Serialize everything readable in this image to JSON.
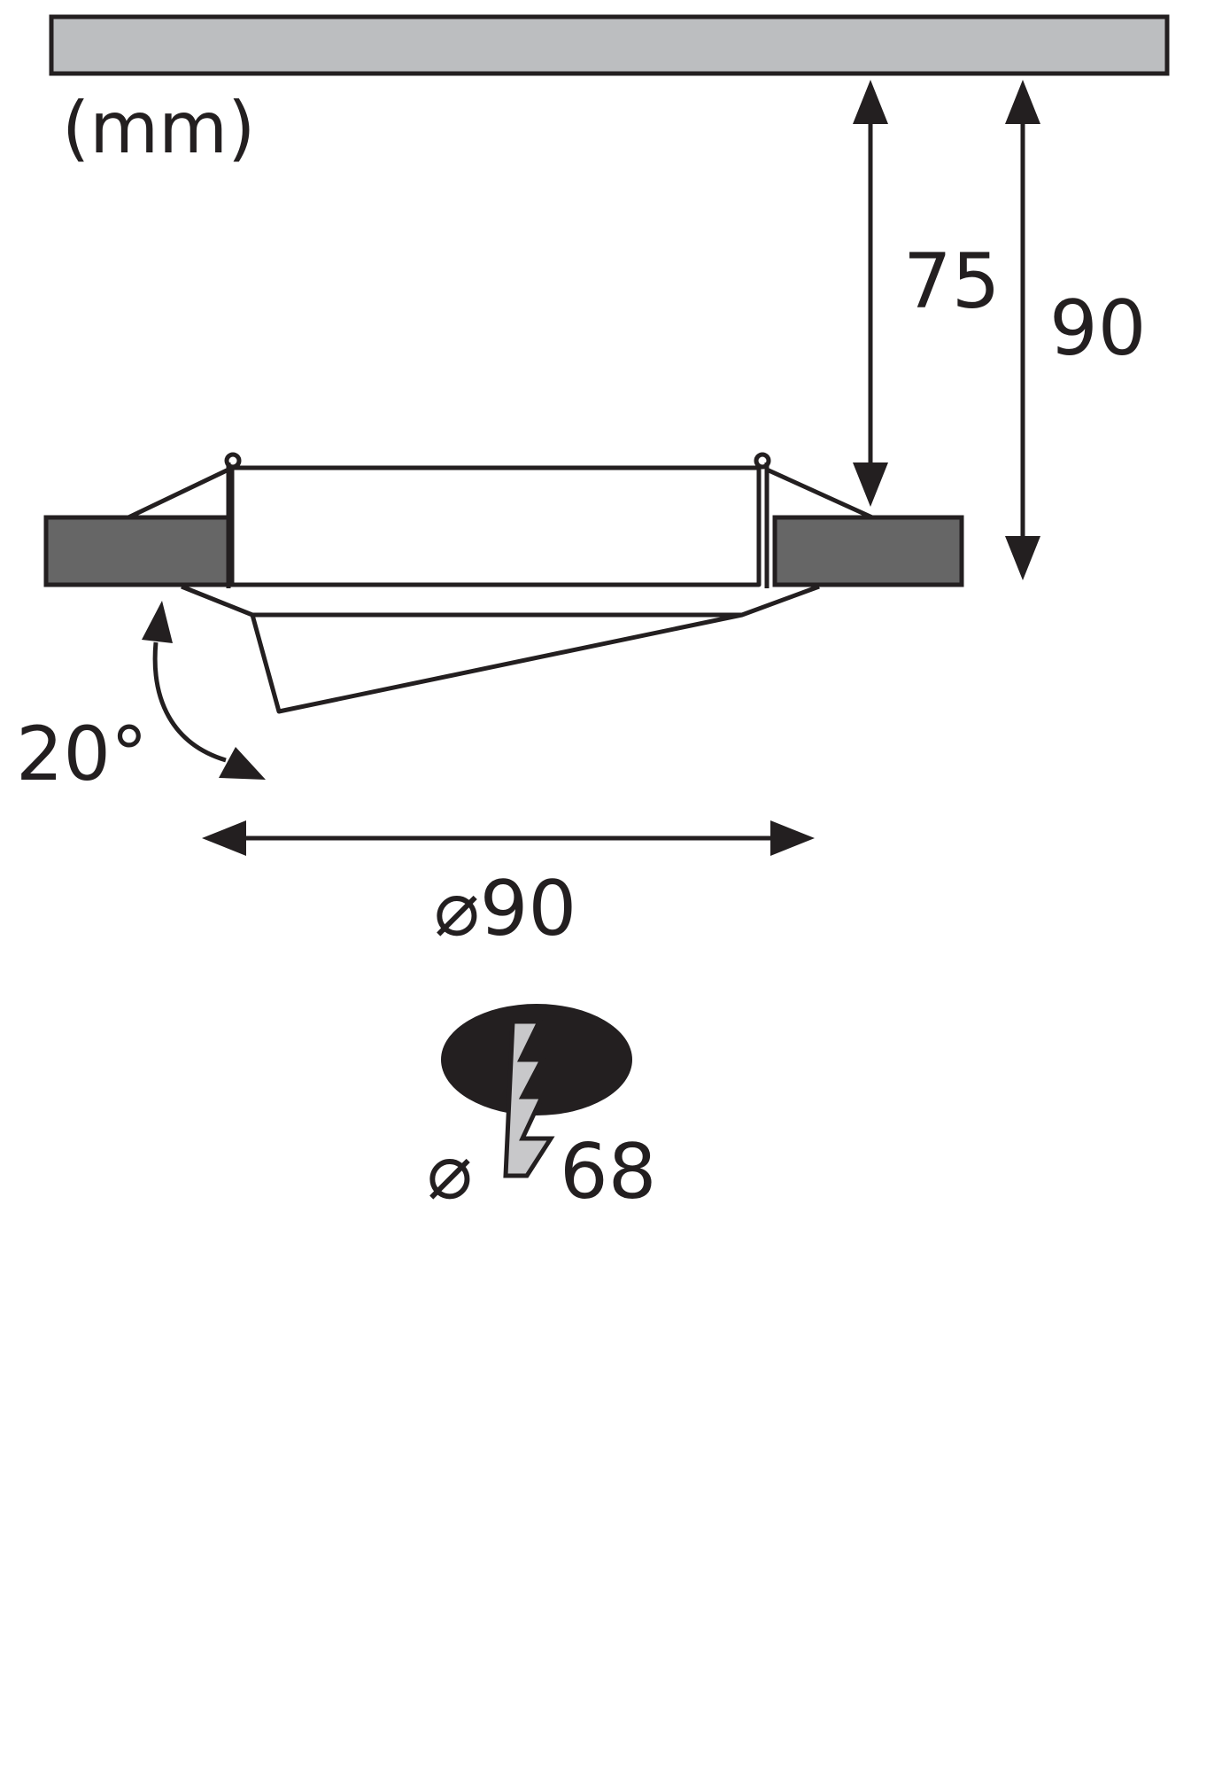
{
  "units_label": "(mm)",
  "dimensions": {
    "depth_clearance": "75",
    "total_height": "90",
    "outer_diameter": "⌀90",
    "cutout_diameter_symbol": "⌀",
    "cutout_diameter_value": "68"
  },
  "tilt_angle": "20°",
  "colors": {
    "line": "#231f20",
    "ceiling_fill": "#bcbec0",
    "ceiling_board_fill": "#666666",
    "cutout_fill": "#231f20",
    "bolt_fill": "#c8c8ca"
  },
  "icons": [
    "ceiling-icon",
    "ceiling-board-icon",
    "luminaire-icon",
    "tilt-arrow-icon",
    "cutout-hole-icon",
    "lightning-bolt-icon"
  ]
}
